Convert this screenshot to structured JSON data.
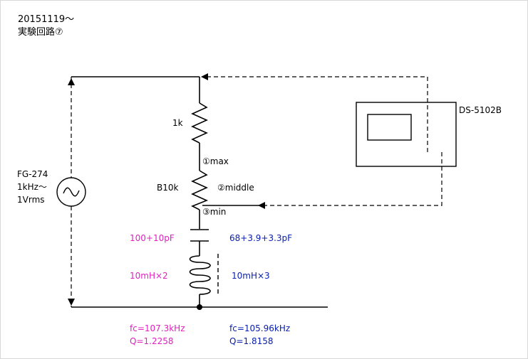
{
  "header": {
    "date": "20151119～",
    "title": "実験回路⑦"
  },
  "generator": {
    "model": "FG-274",
    "freq": "1kHz～",
    "amplitude": "1Vrms",
    "symbol": "~"
  },
  "oscilloscope": {
    "model": "DS-5102B"
  },
  "components": {
    "resistor": "1k",
    "potentiometer": "B10k",
    "pin1": "①max",
    "pin2": "②middle",
    "pin3": "③min"
  },
  "config_a": {
    "color": "#e020c0",
    "capacitor": "100+10pF",
    "inductor": "10mH×2",
    "fc": "fc=107.3kHz",
    "q": "Q=1.2258"
  },
  "config_b": {
    "color": "#0a20b0",
    "capacitor": "68+3.9+3.3pF",
    "inductor": "10mH×3",
    "fc": "fc=105.96kHz",
    "q": "Q=1.8158"
  }
}
